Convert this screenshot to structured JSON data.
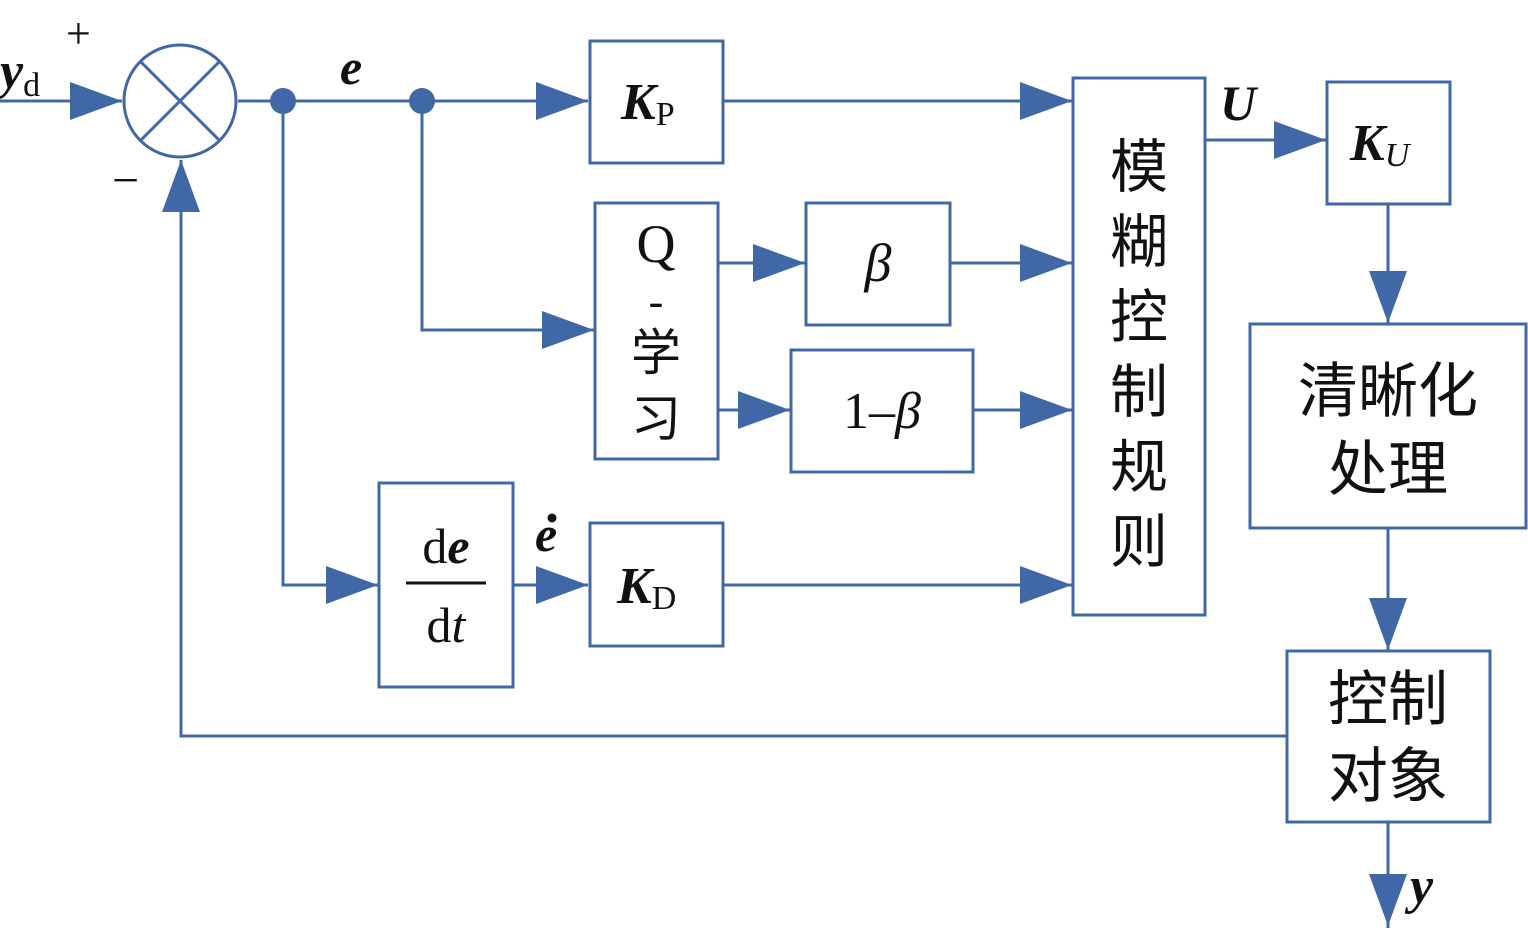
{
  "input": {
    "symbol": "y",
    "subscript": "d",
    "plus_sign": "+",
    "minus_sign": "−"
  },
  "signals": {
    "error": "e",
    "error_dot": "e",
    "control": "U",
    "output": "y"
  },
  "blocks": {
    "kp": {
      "symbol": "K",
      "subscript": "P"
    },
    "ku": {
      "symbol": "K",
      "subscript": "U"
    },
    "kd": {
      "symbol": "K",
      "subscript": "D"
    },
    "q_learning": {
      "lines": [
        "Q",
        "-",
        "学",
        "习"
      ]
    },
    "beta": {
      "text": "β"
    },
    "one_minus_beta": {
      "prefix": "1–",
      "symbol": "β"
    },
    "derivative": {
      "num_d": "d",
      "num_var": "e",
      "den_d": "d",
      "den_var": "t"
    },
    "fuzzy_rules": {
      "lines": [
        "模",
        "糊",
        "控",
        "制",
        "规",
        "则"
      ]
    },
    "defuzzify": {
      "lines": [
        "清晰化",
        "处理"
      ]
    },
    "plant": {
      "lines": [
        "控制",
        "对象"
      ]
    }
  },
  "colors": {
    "line": "#4067a6",
    "text": "#111111",
    "background": "#ffffff"
  }
}
